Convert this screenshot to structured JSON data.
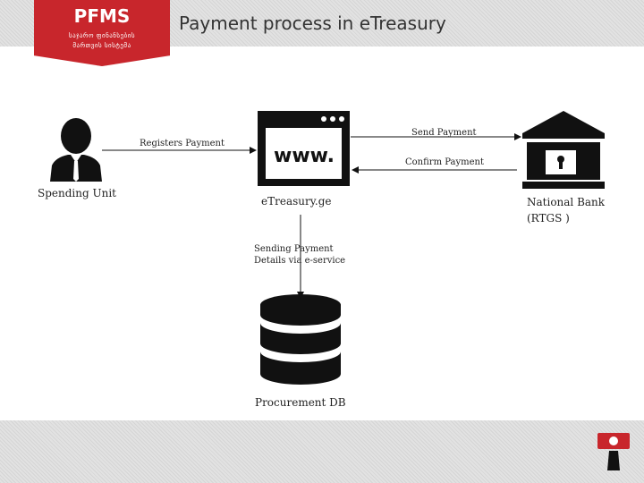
{
  "header": {
    "logo_title": "PFMS",
    "logo_subtitle_line1": "საჯარო ფინანსების",
    "logo_subtitle_line2": "მართვის სისტემა",
    "title": "Payment process in eTreasury"
  },
  "diagram": {
    "nodes": {
      "spending_unit": "Spending Unit",
      "etreasury": "eTreasury.ge",
      "www_text": "www.",
      "national_bank_line1": "National Bank",
      "national_bank_line2": "(RTGS )",
      "procurement_db": "Procurement DB"
    },
    "edges": {
      "registers_payment": "Registers Payment",
      "send_payment": "Send Payment",
      "confirm_payment": "Confirm Payment",
      "sending_payment_line1": "Sending Payment",
      "sending_payment_line2": "Details via e-service"
    }
  },
  "icons": {
    "person": "person-icon",
    "browser": "browser-window-icon",
    "bank": "bank-building-icon",
    "database": "database-icon",
    "footer_logo": "pfms-figure-logo-icon"
  },
  "colors": {
    "brand_red": "#c8262c",
    "icon_black": "#111111",
    "band_gray": "#e2e2e2"
  }
}
